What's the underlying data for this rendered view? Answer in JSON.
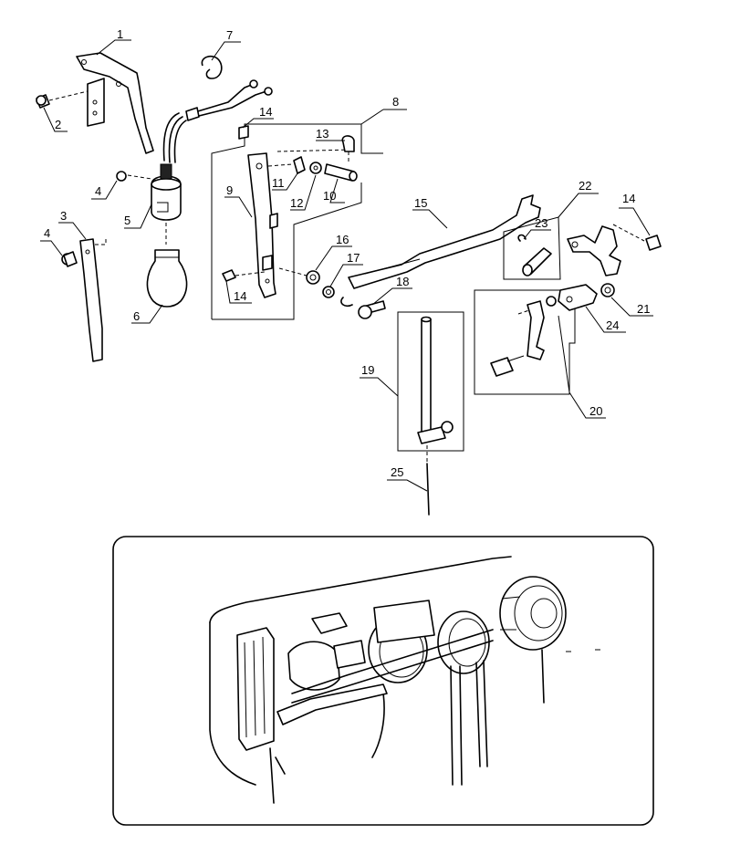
{
  "callouts": [
    {
      "id": "c1",
      "label": "1"
    },
    {
      "id": "c2",
      "label": "2"
    },
    {
      "id": "c3",
      "label": "3"
    },
    {
      "id": "c4a",
      "label": "4"
    },
    {
      "id": "c4b",
      "label": "4"
    },
    {
      "id": "c5",
      "label": "5"
    },
    {
      "id": "c6",
      "label": "6"
    },
    {
      "id": "c7",
      "label": "7"
    },
    {
      "id": "c8",
      "label": "8"
    },
    {
      "id": "c9",
      "label": "9"
    },
    {
      "id": "c10",
      "label": "10"
    },
    {
      "id": "c11",
      "label": "11"
    },
    {
      "id": "c12",
      "label": "12"
    },
    {
      "id": "c13",
      "label": "13"
    },
    {
      "id": "c14a",
      "label": "14"
    },
    {
      "id": "c14b",
      "label": "14"
    },
    {
      "id": "c14c",
      "label": "14"
    },
    {
      "id": "c15",
      "label": "15"
    },
    {
      "id": "c16",
      "label": "16"
    },
    {
      "id": "c17",
      "label": "17"
    },
    {
      "id": "c18",
      "label": "18"
    },
    {
      "id": "c19",
      "label": "19"
    },
    {
      "id": "c20",
      "label": "20"
    },
    {
      "id": "c21",
      "label": "21"
    },
    {
      "id": "c22",
      "label": "22"
    },
    {
      "id": "c23",
      "label": "23"
    },
    {
      "id": "c24",
      "label": "24"
    },
    {
      "id": "c25",
      "label": "25"
    }
  ]
}
